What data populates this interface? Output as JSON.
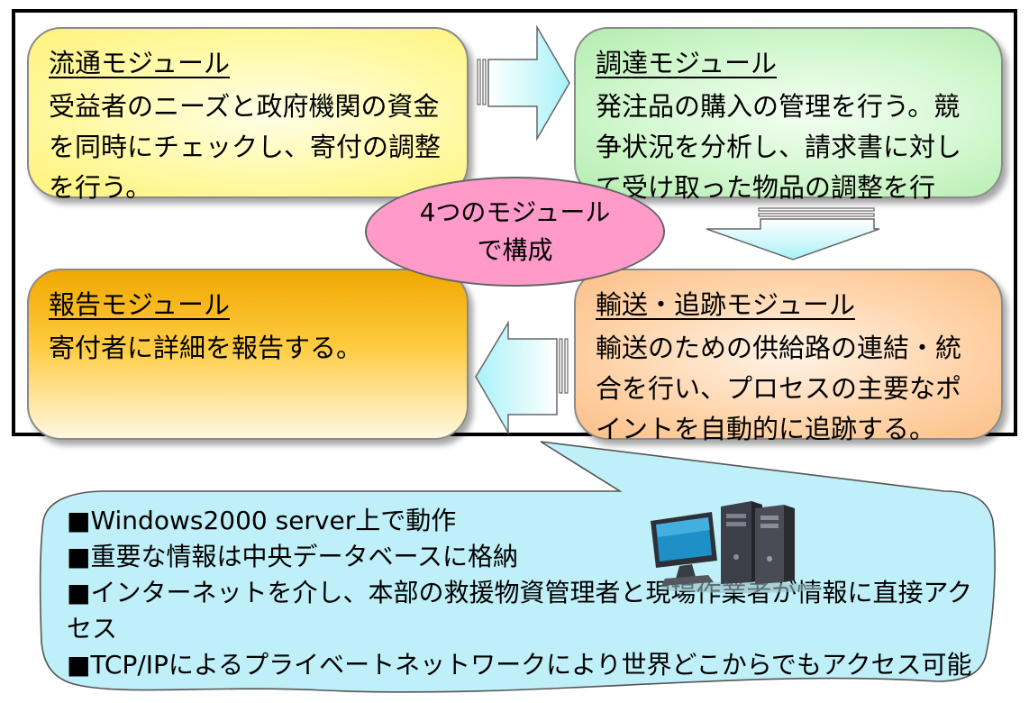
{
  "center": {
    "line1": "4つのモジュール",
    "line2": "で構成"
  },
  "modules": {
    "ryutsu": {
      "title": "流通モジュール",
      "body": "受益者のニーズと政府機関の資金を同時にチェックし、寄付の調整を行う。"
    },
    "chotatsu": {
      "title": "調達モジュール",
      "body": "発注品の購入の管理を行う。競争状況を分析し、請求書に対して受け取った物品の調整を行う。"
    },
    "hokoku": {
      "title": "報告モジュール",
      "body": "寄付者に詳細を報告する。"
    },
    "yuso": {
      "title": "輸送・追跡モジュール",
      "body": "輸送のための供給路の連結・統合を行い、プロセスの主要なポイントを自動的に追跡する。"
    }
  },
  "notes": [
    "■Windows2000 server上で動作",
    "■重要な情報は中央データベースに格納",
    "■インターネットを介し、本部の救援物資管理者と現場作業者が情報に直接アクセス",
    "■TCP/IPによるプライベートネットワークにより世界どこからでもアクセス可能"
  ],
  "icons": {
    "computer": "computer-server-icon"
  },
  "colors": {
    "ryutsu": "#fff59a",
    "chotatsu": "#cdf5c9",
    "hokoku": "#ffc533",
    "yuso": "#ffd2a6",
    "center": "#ff9ac9",
    "callout": "#bfeff8"
  }
}
